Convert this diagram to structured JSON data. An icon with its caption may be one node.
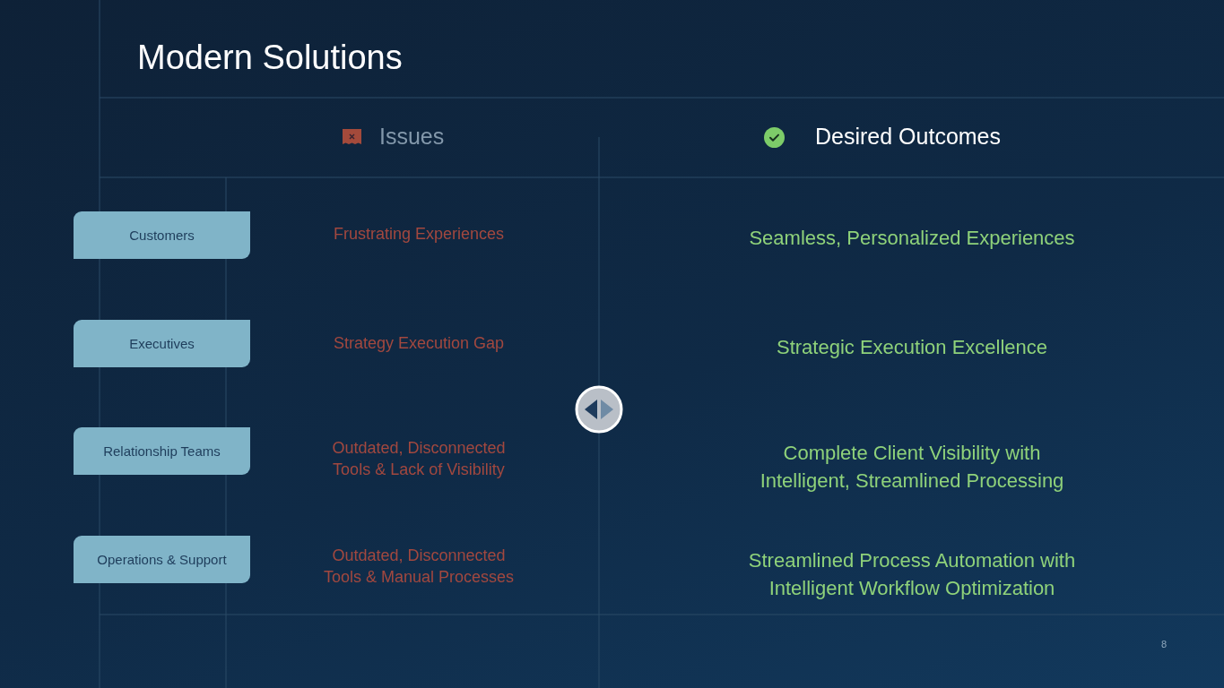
{
  "diagram": {
    "title": "Modern Solutions",
    "nodes": [
      {
        "text": [
          "Customers"
        ]
      },
      {
        "text": [
          "Executives"
        ]
      },
      {
        "text": [
          "Relationship Teams"
        ]
      },
      {
        "text": [
          "Operations & Support"
        ]
      }
    ],
    "labels": [
      "Issues",
      "Desired Outcomes",
      "Frustrating Experiences",
      "Seamless, Personalized Experiences",
      "Strategy Execution Gap",
      "Strategic Execution Excellence",
      "Outdated, Disconnected Tools & Lack of Visibility",
      "Complete Client Visibility with Intelligent, Streamlined Processing",
      "Outdated, Disconnected Tools & Manual Processes",
      "Streamlined Process Automation with Intelligent Workflow Optimization",
      "8"
    ]
  }
}
